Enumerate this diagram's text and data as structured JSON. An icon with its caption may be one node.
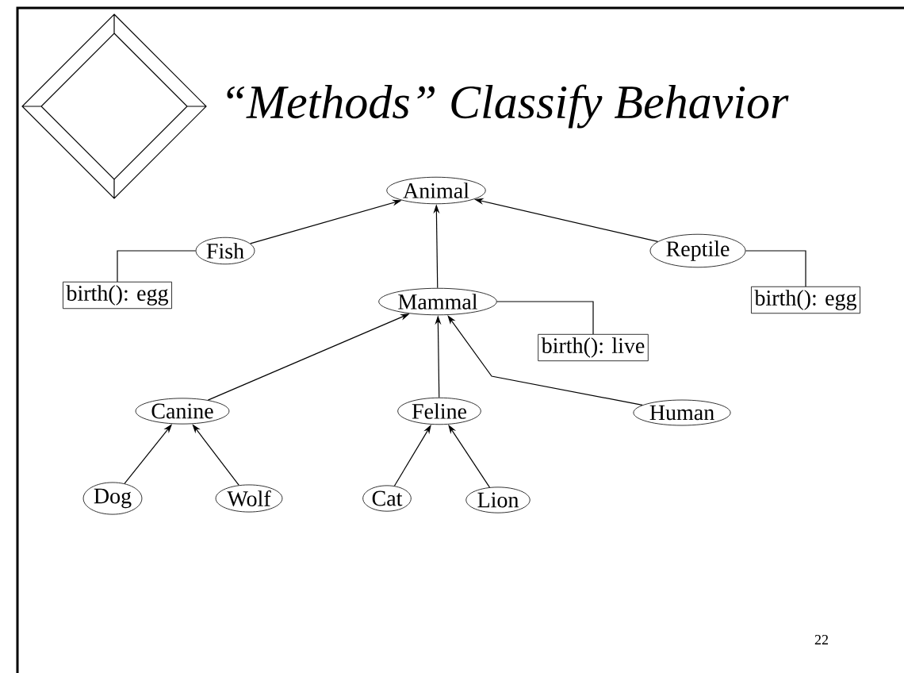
{
  "diagram": {
    "title": "“Methods” Classify Behavior",
    "nodes": [
      {
        "text": [
          "Animal"
        ]
      },
      {
        "text": [
          "Fish"
        ]
      },
      {
        "text": [
          "Reptile"
        ]
      },
      {
        "text": [
          "birth(): egg"
        ]
      },
      {
        "text": [
          "Mammal"
        ]
      },
      {
        "text": [
          "birth(): egg"
        ]
      },
      {
        "text": [
          "birth(): live"
        ]
      },
      {
        "text": [
          "Canine"
        ]
      },
      {
        "text": [
          "Feline"
        ]
      },
      {
        "text": [
          "Human"
        ]
      },
      {
        "text": [
          "Dog"
        ]
      },
      {
        "text": [
          "Wolf"
        ]
      },
      {
        "text": [
          "Cat"
        ]
      },
      {
        "text": [
          "Lion"
        ]
      }
    ],
    "edges": [
      {
        "from": 1,
        "to": 0,
        "arrow": "to"
      },
      {
        "from": 2,
        "to": 0,
        "arrow": "to"
      },
      {
        "from": 4,
        "to": 0,
        "arrow": "to"
      },
      {
        "from": 1,
        "to": 3,
        "arrow": "none"
      },
      {
        "from": 2,
        "to": 5,
        "arrow": "none"
      },
      {
        "from": 4,
        "to": 6,
        "arrow": "none"
      },
      {
        "from": 7,
        "to": 4,
        "arrow": "to"
      },
      {
        "from": 8,
        "to": 4,
        "arrow": "to"
      },
      {
        "from": 9,
        "to": 4,
        "arrow": "to"
      },
      {
        "from": 10,
        "to": 7,
        "arrow": "to"
      },
      {
        "from": 11,
        "to": 7,
        "arrow": "to"
      },
      {
        "from": 12,
        "to": 8,
        "arrow": "to"
      },
      {
        "from": 13,
        "to": 8,
        "arrow": "to"
      }
    ],
    "labels": [
      "22"
    ]
  }
}
